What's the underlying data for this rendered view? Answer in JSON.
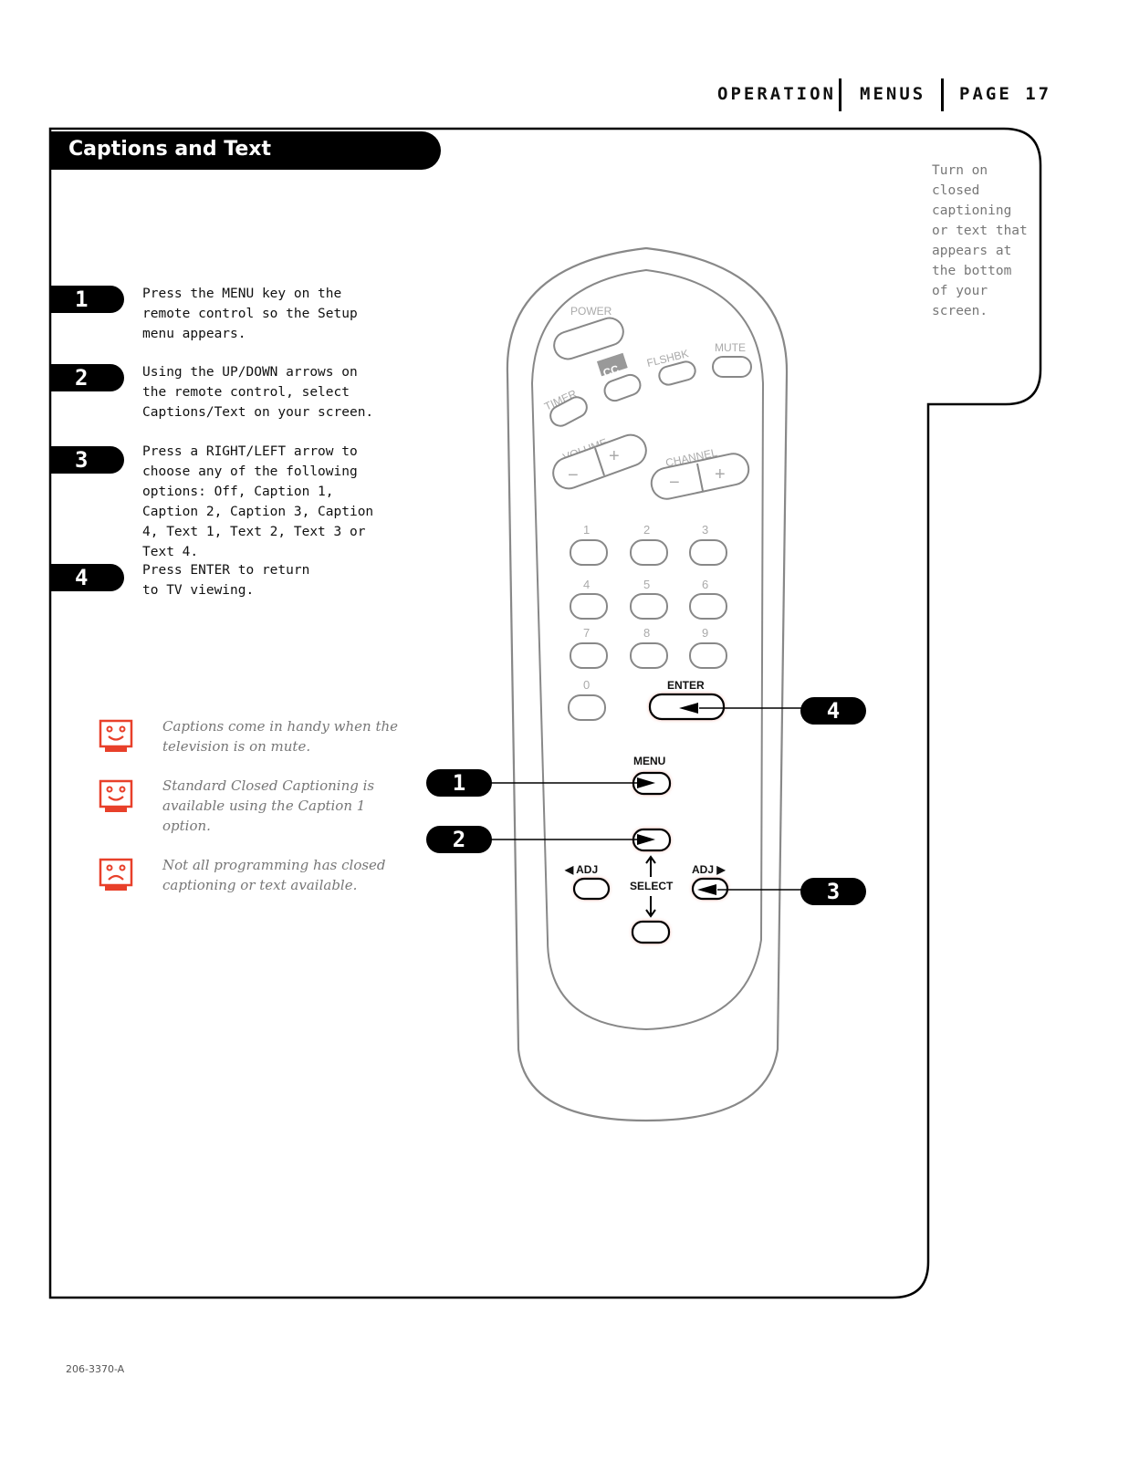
{
  "header": {
    "section": "OPERATION",
    "subsection": "MENUS",
    "page": "PAGE 17"
  },
  "title": "Captions and Text",
  "side_note": "Turn on closed captioning or text that appears at the bottom of your screen.",
  "steps": [
    {
      "number": "1",
      "text": "Press the MENU key on the remote control so the Setup menu appears."
    },
    {
      "number": "2",
      "text": "Using the UP/DOWN arrows on the remote control, select Captions/Text on your screen."
    },
    {
      "number": "3",
      "text": "Press a RIGHT/LEFT arrow to choose any of the following options: Off, Caption 1, Caption 2, Caption 3, Caption 4, Text 1, Text 2, Text 3 or Text 4."
    },
    {
      "number": "4",
      "text": "Press ENTER to return to TV viewing."
    }
  ],
  "tips": [
    {
      "icon": "happy-face-icon",
      "text": "Captions come in handy when the television is on mute."
    },
    {
      "icon": "happy-face-icon",
      "text": "Standard Closed Captioning is available using the Caption 1 option."
    },
    {
      "icon": "sad-face-icon",
      "text": "Not all programming has closed captioning or text available."
    }
  ],
  "remote": {
    "power": "POWER",
    "cc": "CC",
    "flshbk": "FLSHBK",
    "mute": "MUTE",
    "timer": "TIMER",
    "volume": "VOLUME",
    "channel": "CHANNEL",
    "minus": "−",
    "plus": "+",
    "digits": [
      "1",
      "2",
      "3",
      "4",
      "5",
      "6",
      "7",
      "8",
      "9",
      "0"
    ],
    "enter": "ENTER",
    "menu": "MENU",
    "adj_left": "◀ ADJ",
    "adj_right": "ADJ ▶",
    "select": "SELECT",
    "highlight_color": "#e8402a"
  },
  "callouts": [
    "1",
    "2",
    "3",
    "4"
  ],
  "footer": "206-3370-A"
}
